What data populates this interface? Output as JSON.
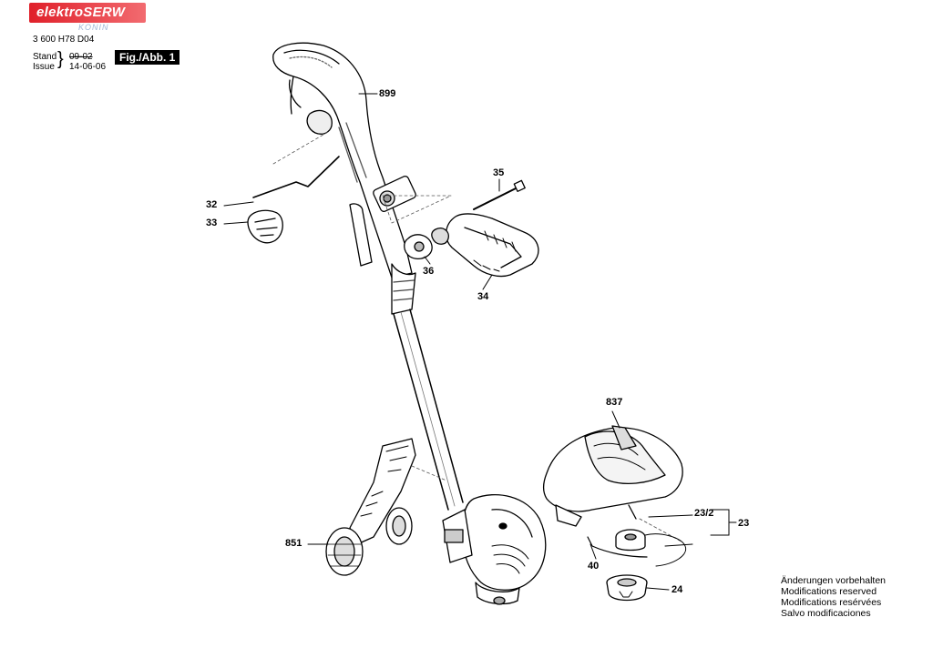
{
  "header": {
    "logo_text": "elektroSERW",
    "logo_sub": "KONIN",
    "doc_number": "3 600 H78 D04",
    "stand_label": "Stand",
    "issue_label": "Issue",
    "date_old": "09-02",
    "date_new": "14-06-06",
    "fig_label": "Fig./Abb. 1"
  },
  "callouts": {
    "c899": "899",
    "c35": "35",
    "c32": "32",
    "c33": "33",
    "c36": "36",
    "c34": "34",
    "c837": "837",
    "c23_2": "23/2",
    "c23": "23",
    "c851": "851",
    "c40": "40",
    "c24": "24"
  },
  "notice": {
    "de": "Änderungen vorbehalten",
    "en": "Modifications reserved",
    "fr": "Modifications resérvées",
    "es": "Salvo modificaciones"
  }
}
